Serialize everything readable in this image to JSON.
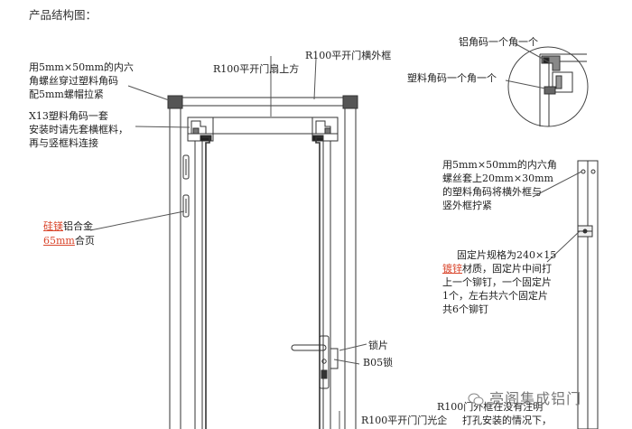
{
  "title": "产品结构图：",
  "labels": {
    "top_frame": "R100平开门横外框",
    "top_sash": "R100平开门扇上方",
    "corner_screw": [
      "用5mm×50mm的内六",
      "角螺丝穿过塑料角码",
      "配5mm螺帽拉紧"
    ],
    "corner_x13": [
      "X13塑料角码一套",
      "安装时请先套横框料，",
      "再与竖框料连接"
    ],
    "hinge_prefix": "硅镁",
    "hinge_mid": "铝合金",
    "hinge_size": "65mm",
    "hinge_suffix": "合页",
    "alu_corner": "铝角码一个角一个",
    "plastic_corner": "塑料角码一个角一个",
    "side_screw": [
      "用5mm×50mm的内六角",
      "螺丝套上20mm×30mm",
      "的塑料角码将横外框与",
      "竖外框拧紧"
    ],
    "fix_line1": "固定片规格为240×15",
    "fix_galv": "镀锌",
    "fix_line2_rest": "材质，固定片中间打",
    "fix_rest": [
      "上一个铆钉，一个固定片",
      "1个，左右共六个固定片",
      "共6个铆钉"
    ],
    "lock_piece": "锁片",
    "lock": "B05锁",
    "bottom_frame_a": "R100门外框在没有注明",
    "bottom_frame_b": "打孔安装的情况下，",
    "bottom_sash": "R100平开门门光企"
  },
  "watermark": "亮阁集成铝门",
  "colors": {
    "line": "#333333",
    "fill_dark": "#555555",
    "accent_red": "#d9452b"
  }
}
